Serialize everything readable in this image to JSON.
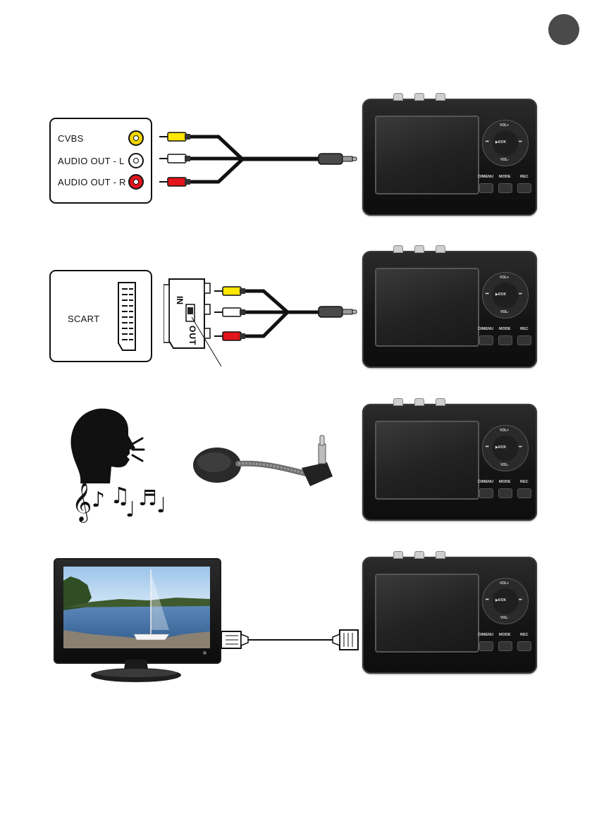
{
  "sections": [
    {
      "source": "rca-panel",
      "jacks": [
        {
          "label": "CVBS",
          "color": "#f2d400"
        },
        {
          "label": "AUDIO OUT - L",
          "color": "#ffffff"
        },
        {
          "label": "AUDIO OUT - R",
          "color": "#e3141b"
        }
      ],
      "cable_colors": [
        "#ffe600",
        "#ffffff",
        "#e3141b"
      ]
    },
    {
      "source": "scart-panel",
      "label": "SCART",
      "adapter_switch": {
        "in_label": "IN",
        "out_label": "OUT"
      }
    },
    {
      "source": "microphone"
    },
    {
      "source": "hdmi-monitor"
    }
  ],
  "device": {
    "vol_up": "VOL+",
    "vol_down": "VOL-",
    "play_ok": "▶ǁ/OK",
    "prev": "⏮",
    "next": "⏭",
    "buttons": [
      "⏻/MENU",
      "MODE",
      "REC"
    ]
  },
  "notes": [
    "𝄞",
    "♪",
    "♫",
    "♩",
    "♬",
    "♩"
  ],
  "colors": {
    "yellow": "#ffe600",
    "white": "#ffffff",
    "red": "#e3141b",
    "page_marker": "#4a4a4a"
  }
}
